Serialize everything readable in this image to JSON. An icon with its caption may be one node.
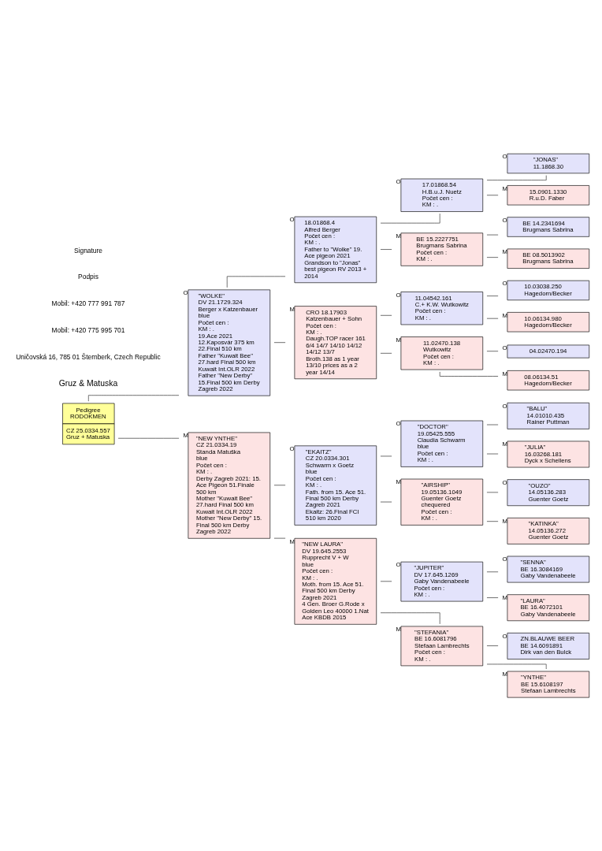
{
  "diagram": {
    "nodes": [
      {
        "text": [
          "Pedigree",
          "RODOKMEN",
          "CZ 25.0334.557",
          "Gruz + Matuska"
        ]
      },
      {
        "text": [
          "\"WOLKE\"",
          "DV 21.1729.324",
          "Berger x Katzenbauer",
          "blue",
          "Počet cen :",
          "KM : .",
          "19.Ace 2021 12.Kaposvár 375 km 22.Final 510 km",
          "Father \"Kuwait Bee\" 27.hard Final 500 km Kuwait Int.OLR 2022",
          "Father \"New Derby\" 15.Final 500 km Derby Zagreb 2022"
        ],
        "beside": [
          "O"
        ]
      },
      {
        "text": [
          "\"NEW YNTHE\"",
          "CZ 21.0334.19",
          "Standa Matuška",
          "blue",
          "Počet cen :",
          "KM : .",
          "Derby Zagreb 2021: 15. Ace Pigeon 51.Finale 500 km",
          "Mother \"Kuwait Bee\" 27.hard Final 500 km Kuwait Int.OLR 2022",
          "Mother \"New Derby\" 15. Final 500 km Derby Zagreb 2022"
        ],
        "beside": [
          "M"
        ]
      },
      {
        "text": [
          "18.01868.4",
          "Alfred Berger",
          "Počet cen :",
          "KM : .",
          "Father to \"Wolke\" 19. Ace pigeon 2021",
          "Grandson to \"Jonas\" best pigeon RV 2013 + 2014"
        ],
        "beside": [
          "O"
        ]
      },
      {
        "text": [
          "CRO 18.17903",
          "Katzenbauer + Sohn",
          "Počet cen :",
          "KM : .",
          "Daugh.TOP racer 161 6/4 14/7 14/10 14/12 14/12 13/7",
          "Broth.138 as 1 year 13/10 prices as a 2 year 14/14"
        ],
        "beside": [
          "M"
        ]
      },
      {
        "text": [
          "\"EKAITZ\"",
          "CZ 20.0334.301",
          "Schwarm x Goetz",
          "blue",
          "Počet cen :",
          "KM : .",
          "Fath. from 15. Ace 51. Final 500 km Derby Zagreb 2021",
          "Ekaitz: 26.Final FCI 510 km 2020"
        ],
        "beside": [
          "O"
        ]
      },
      {
        "text": [
          "\"NEW LAURA\"",
          "DV 19.645.2553",
          "Rupprecht V + W",
          "blue",
          "Počet cen :",
          "KM : .",
          "Moth. from 15. Ace 51. Final 500 km Derby Zagreb 2021",
          "4 Gen. Broer G.Rode x Golden Leo 40000 1.Nat Ace KBDB 2015"
        ],
        "beside": [
          "M"
        ]
      },
      {
        "text": [
          "17.01868.54",
          "H.B.u.J. Nuetz",
          "Počet cen :",
          "KM : ."
        ],
        "beside": [
          "O"
        ]
      },
      {
        "text": [
          "BE 15.2227751",
          "Brugmans Sabrina",
          "Počet cen :",
          "KM : ."
        ],
        "beside": [
          "M"
        ]
      },
      {
        "text": [
          "11.04542.161",
          "C.+ K.W. Wutkowitz",
          "Počet cen :",
          "KM : ."
        ],
        "beside": [
          "O"
        ]
      },
      {
        "text": [
          "11.02470.138",
          "Wutkowitz",
          "Počet cen :",
          "KM : ."
        ],
        "beside": [
          "M"
        ]
      },
      {
        "text": [
          "\"DOCTOR\"",
          "19.05425.555",
          "Claudia Schwarm",
          "blue",
          "Počet cen :",
          "KM : ."
        ],
        "beside": [
          "O"
        ]
      },
      {
        "text": [
          "\"AIRSHIP\"",
          "19.05136.1049",
          "Guenter Goetz",
          "chequered",
          "Počet cen :",
          "KM : ."
        ],
        "beside": [
          "M"
        ]
      },
      {
        "text": [
          "\"JUPITER\"",
          "DV 17.645.1269",
          "Gaby Vandenabeele",
          "Počet cen :",
          "KM : ."
        ],
        "beside": [
          "O"
        ]
      },
      {
        "text": [
          "\"STEFANIA\"",
          "BE 16.6081796",
          "Stefaan Lambrechts",
          "Počet cen :",
          "KM : ."
        ],
        "beside": [
          "M"
        ]
      },
      {
        "text": [
          "\"JONAS\"",
          "11.1868.30"
        ],
        "beside": [
          "O"
        ]
      },
      {
        "text": [
          "15.0901.1330",
          "R.u.D. Faber"
        ],
        "beside": [
          "M"
        ]
      },
      {
        "text": [
          "BE 14.2341694",
          "Brugmans Sabrina"
        ],
        "beside": [
          "O"
        ]
      },
      {
        "text": [
          "BE 08.5013902",
          "Brugmans Sabrina"
        ],
        "beside": [
          "M"
        ]
      },
      {
        "text": [
          "10.03038.250",
          "Hagedorn/Becker"
        ],
        "beside": [
          "O"
        ]
      },
      {
        "text": [
          "10.06134.980",
          "Hagedorn/Becker"
        ],
        "beside": [
          "M"
        ]
      },
      {
        "text": [
          "04.02470.194"
        ],
        "beside": [
          "O"
        ]
      },
      {
        "text": [
          "08.06134.51",
          "Hagedorn/Becker"
        ],
        "beside": [
          "M"
        ]
      },
      {
        "text": [
          "\"BALU\"",
          "14.01010.435",
          "Rainer Puttman"
        ],
        "beside": [
          "O"
        ]
      },
      {
        "text": [
          "\"JULIA\"",
          "16.03268.181",
          "Dyck x Schellens"
        ],
        "beside": [
          "M"
        ]
      },
      {
        "text": [
          "\"OUZO\"",
          "14.05136.283",
          "Guenter Goetz"
        ],
        "beside": [
          "O"
        ]
      },
      {
        "text": [
          "\"KATINKA\"",
          "14.05136.272",
          "Guenter Goetz"
        ],
        "beside": [
          "M"
        ]
      },
      {
        "text": [
          "\"SENNA\"",
          "BE 16.3084169",
          "Gaby Vandenabeele"
        ],
        "beside": [
          "O"
        ]
      },
      {
        "text": [
          "\"LAURA\"",
          "BE 16.4072101",
          "Gaby Vandenabeele"
        ],
        "beside": [
          "M"
        ]
      },
      {
        "text": [
          "ZN.BLAUWE BEER",
          "BE 14.6091891",
          "Dirk van den Bulck"
        ],
        "beside": [
          "O"
        ]
      },
      {
        "text": [
          "\"YNTHE\"",
          "BE 15.6108197",
          "Stefaan Lambrechts"
        ],
        "beside": [
          "M"
        ]
      }
    ],
    "edges": [
      {
        "from": 0,
        "to": 1,
        "arrow": "none"
      },
      {
        "from": 0,
        "to": 2,
        "arrow": "none"
      },
      {
        "from": 1,
        "to": 3,
        "arrow": "none"
      },
      {
        "from": 1,
        "to": 4,
        "arrow": "none"
      },
      {
        "from": 2,
        "to": 5,
        "arrow": "none"
      },
      {
        "from": 2,
        "to": 6,
        "arrow": "none"
      },
      {
        "from": 3,
        "to": 7,
        "arrow": "none"
      },
      {
        "from": 3,
        "to": 8,
        "arrow": "none"
      },
      {
        "from": 4,
        "to": 9,
        "arrow": "none"
      },
      {
        "from": 4,
        "to": 10,
        "arrow": "none"
      },
      {
        "from": 5,
        "to": 11,
        "arrow": "none"
      },
      {
        "from": 5,
        "to": 12,
        "arrow": "none"
      },
      {
        "from": 6,
        "to": 13,
        "arrow": "none"
      },
      {
        "from": 6,
        "to": 14,
        "arrow": "none"
      },
      {
        "from": 7,
        "to": 15,
        "arrow": "none"
      },
      {
        "from": 7,
        "to": 16,
        "arrow": "none"
      },
      {
        "from": 8,
        "to": 17,
        "arrow": "none"
      },
      {
        "from": 8,
        "to": 18,
        "arrow": "none"
      },
      {
        "from": 9,
        "to": 19,
        "arrow": "none"
      },
      {
        "from": 9,
        "to": 20,
        "arrow": "none"
      },
      {
        "from": 10,
        "to": 21,
        "arrow": "none"
      },
      {
        "from": 10,
        "to": 22,
        "arrow": "none"
      },
      {
        "from": 11,
        "to": 23,
        "arrow": "none"
      },
      {
        "from": 11,
        "to": 24,
        "arrow": "none"
      },
      {
        "from": 12,
        "to": 25,
        "arrow": "none"
      },
      {
        "from": 12,
        "to": 26,
        "arrow": "none"
      },
      {
        "from": 13,
        "to": 27,
        "arrow": "none"
      },
      {
        "from": 13,
        "to": 28,
        "arrow": "none"
      },
      {
        "from": 14,
        "to": 29,
        "arrow": "none"
      },
      {
        "from": 14,
        "to": 30,
        "arrow": "none"
      }
    ],
    "labels": [
      "Gruz & Matuska",
      "Uničovská 16, 785 01 Šternberk, Czech Republic",
      "Mobil: +420 775 995 701",
      "Mobil: +420 777 991 787",
      "Podpis",
      "Signature"
    ]
  }
}
